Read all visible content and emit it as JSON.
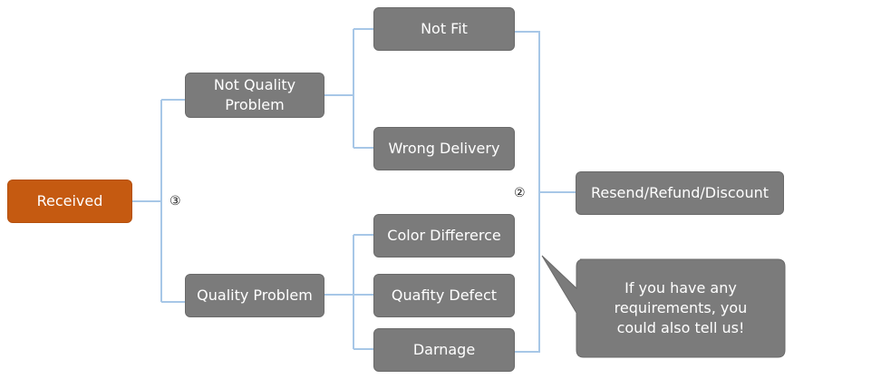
{
  "nodes": {
    "received": "Received",
    "not_quality_problem": "Not Quality Problem",
    "quality_problem": "Quality Problem",
    "not_fit": "Not Fit",
    "wrong_delivery": "Wrong Delivery",
    "color_difference": "Color Differerce",
    "quality_defect": "Quafity Defect",
    "damage": "Darnage",
    "resolution": "Resend/Refund/Discount"
  },
  "markers": {
    "step_3": "③",
    "step_2": "②"
  },
  "callout": "If you have any requirements, you could also tell us!",
  "colors": {
    "root_fill": "#c55a11",
    "node_fill": "#7b7b7b",
    "connector": "#a7c7e7",
    "text": "#ffffff"
  }
}
